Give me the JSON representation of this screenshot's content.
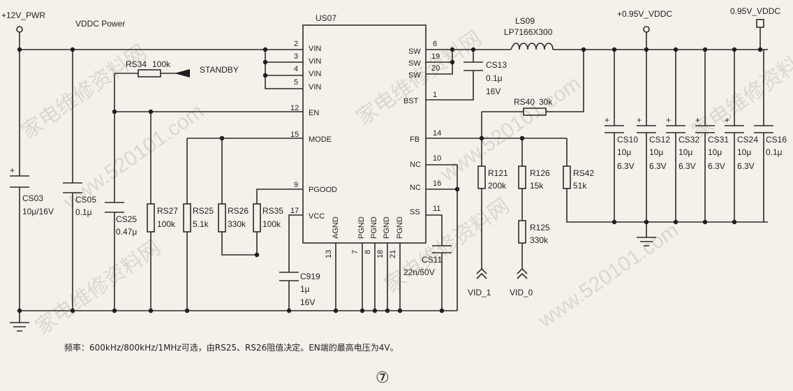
{
  "power": {
    "pwr12": "+12V_PWR",
    "vddc_power": "VDDC Power",
    "vddc_out1": "+0.95V_VDDC",
    "vddc_out2": "0.95V_VDDC"
  },
  "ic": {
    "ref": "US07",
    "left_pins": [
      {
        "num": "2",
        "name": "VIN"
      },
      {
        "num": "3",
        "name": "VIN"
      },
      {
        "num": "4",
        "name": "VIN"
      },
      {
        "num": "5",
        "name": "VIN"
      },
      {
        "num": "12",
        "name": "EN"
      },
      {
        "num": "15",
        "name": "MODE"
      },
      {
        "num": "9",
        "name": "PGOOD"
      },
      {
        "num": "17",
        "name": "VCC"
      }
    ],
    "right_pins": [
      {
        "num": "6",
        "name": "SW"
      },
      {
        "num": "19",
        "name": "SW"
      },
      {
        "num": "20",
        "name": "SW"
      },
      {
        "num": "1",
        "name": "BST"
      },
      {
        "num": "14",
        "name": "FB"
      },
      {
        "num": "10",
        "name": "NC"
      },
      {
        "num": "16",
        "name": "NC"
      },
      {
        "num": "11",
        "name": "SS"
      }
    ],
    "bottom_pins": [
      {
        "num": "13",
        "name": "AGND"
      },
      {
        "num": "7",
        "name": "PGND"
      },
      {
        "num": "8",
        "name": "PGND"
      },
      {
        "num": "18",
        "name": "PGND"
      },
      {
        "num": "21",
        "name": "PGND"
      }
    ]
  },
  "components": {
    "cs03": {
      "ref": "CS03",
      "val": "10μ/16V"
    },
    "cs05": {
      "ref": "CS05",
      "val": "0.1μ"
    },
    "cs25": {
      "ref": "CS25",
      "val": "0.47μ"
    },
    "rs27": {
      "ref": "RS27",
      "val": "100k"
    },
    "rs25": {
      "ref": "RS25",
      "val": "5.1k"
    },
    "rs26": {
      "ref": "RS26",
      "val": "330k"
    },
    "rs35": {
      "ref": "RS35",
      "val": "100k"
    },
    "c919": {
      "ref": "C919",
      "val1": "1μ",
      "val2": "16V"
    },
    "rs34": {
      "ref": "RS34",
      "val": "100k"
    },
    "cs13": {
      "ref": "CS13",
      "val1": "0.1μ",
      "val2": "16V"
    },
    "cs11": {
      "ref": "CS11",
      "val": "22n/50V"
    },
    "ls09": {
      "ref": "LS09",
      "val": "LP7166X300"
    },
    "rs40": {
      "ref": "RS40",
      "val": "30k"
    },
    "r121": {
      "ref": "R121",
      "val": "200k"
    },
    "r126": {
      "ref": "R126",
      "val": "15k"
    },
    "r125": {
      "ref": "R125",
      "val": "330k"
    },
    "rs42": {
      "ref": "RS42",
      "val": "51k"
    },
    "out_caps": [
      {
        "ref": "CS10",
        "val": "10μ",
        "v": "6.3V"
      },
      {
        "ref": "CS12",
        "val": "10μ",
        "v": "6.3V"
      },
      {
        "ref": "CS32",
        "val": "10μ",
        "v": "6.3V"
      },
      {
        "ref": "CS31",
        "val": "10μ",
        "v": "6.3V"
      },
      {
        "ref": "CS24",
        "val": "10μ",
        "v": "6.3V"
      },
      {
        "ref": "CS16",
        "val": "0.1μ",
        "v": ""
      }
    ]
  },
  "signals": {
    "standby": "STANDBY",
    "vid1": "VID_1",
    "vid0": "VID_0"
  },
  "note": "频率：600kHz/800kHz/1MHz可选，由RS25、RS26阻值决定。EN端的最高电压为4V。",
  "page_number": "⑦",
  "watermark": [
    "家电维修资料网",
    "www.520101.com"
  ]
}
